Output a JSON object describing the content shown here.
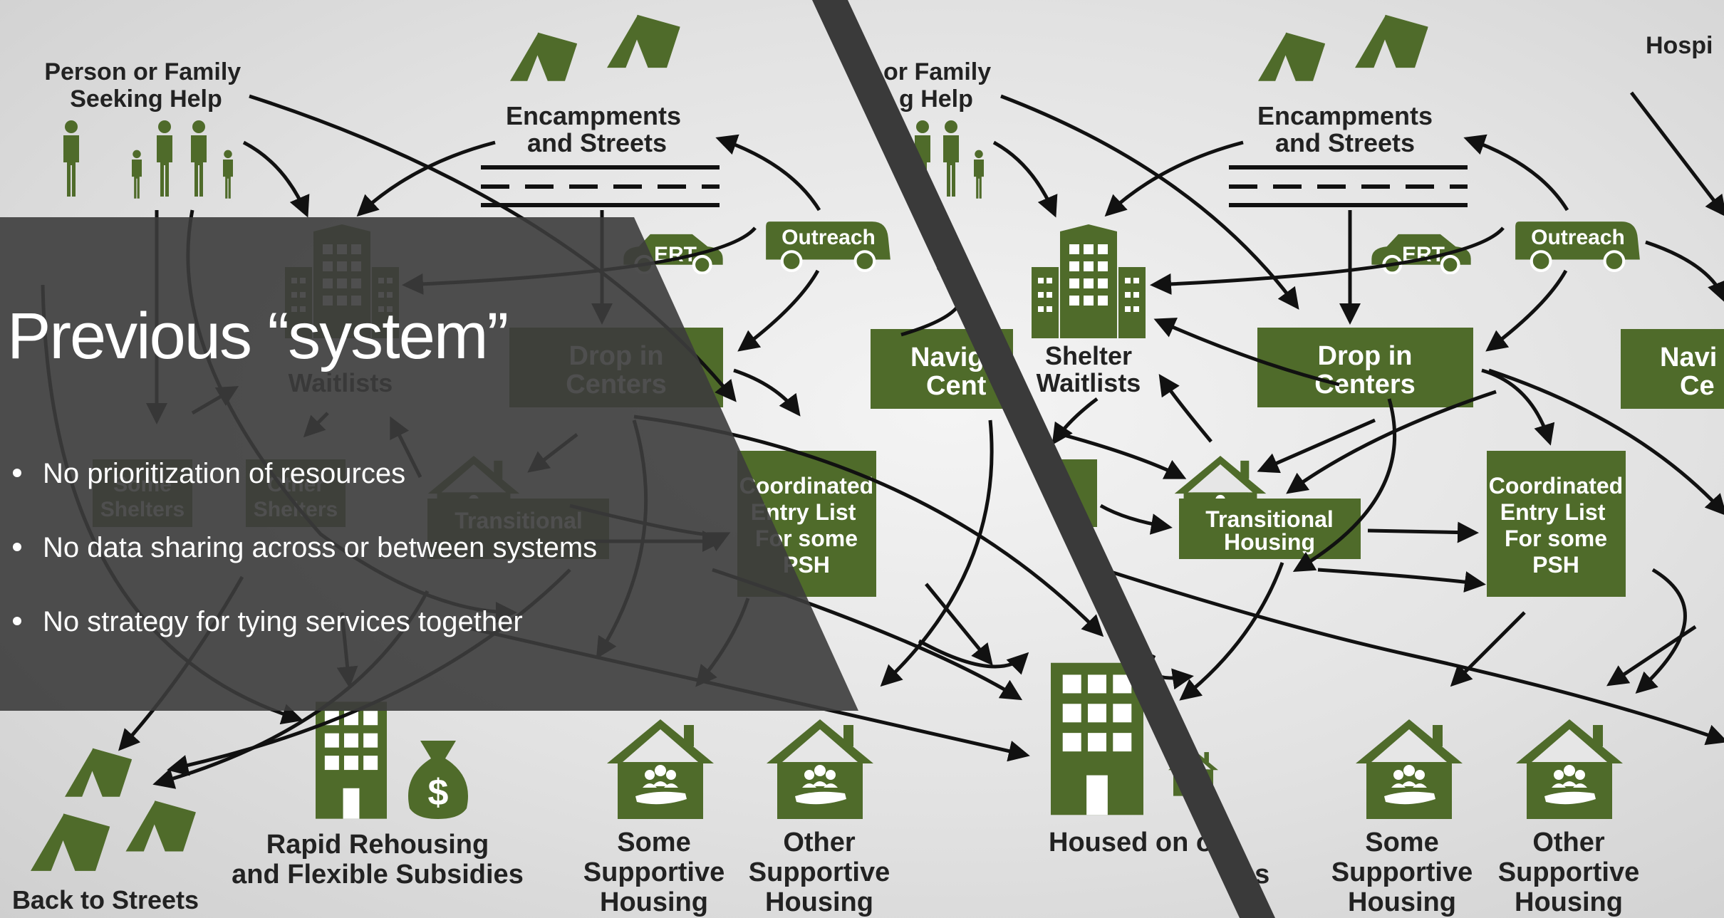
{
  "slide": {
    "title": "Previous “system”",
    "bullets": [
      "No prioritization of resources",
      "No data sharing across or between systems",
      "No strategy for tying services together"
    ]
  },
  "diagram_left": {
    "person_seeking_help": "Person or Family\nSeeking Help",
    "encampments": "Encampments\nand Streets",
    "ert": "ERT",
    "outreach": "Outreach",
    "shelter_waitlists": "Waitlists",
    "drop_in": "Drop in\nCenters",
    "navigation": "Navig\nCent",
    "some_shelters": "Some\nShelters",
    "other_shelters": "Other\nShelters",
    "transitional": "Transitional",
    "coordinated_entry": "Coordinated\nEntry List\nFor some\nPSH",
    "back_to_streets": "Back to Streets",
    "rapid_rehousing": "Rapid Rehousing\nand Flexible Subsidies",
    "some_supportive": "Some\nSupportive\nHousing",
    "other_supportive": "Other\nSupportive\nHousing",
    "housed": "Housed on o"
  },
  "diagram_right": {
    "person_seeking_help": "or Family\ng Help",
    "hospital": "Hospi",
    "encampments": "Encampments\nand Streets",
    "ert": "ERT",
    "outreach": "Outreach",
    "shelter_waitlists": "Shelter\nWaitlists",
    "drop_in": "Drop in\nCenters",
    "navigation": "Navi\nCe",
    "transitional": "Transitional\nHousing",
    "coordinated_entry": "Coordinated\nEntry List\nFor some\nPSH",
    "housed_suffix": "es",
    "some_supportive": "Some\nSupportive\nHousing",
    "other_supportive": "Other\nSupportive\nHousing"
  },
  "colors": {
    "green": "#4f6b2a",
    "arrow": "#111111",
    "overlay": "#3c3c3c",
    "divider": "#3a3a3a"
  },
  "icons": [
    "tent-icon",
    "person-icon",
    "building-icon",
    "car-icon",
    "van-icon",
    "house-icon",
    "money-bag-icon",
    "hand-people-icon"
  ]
}
